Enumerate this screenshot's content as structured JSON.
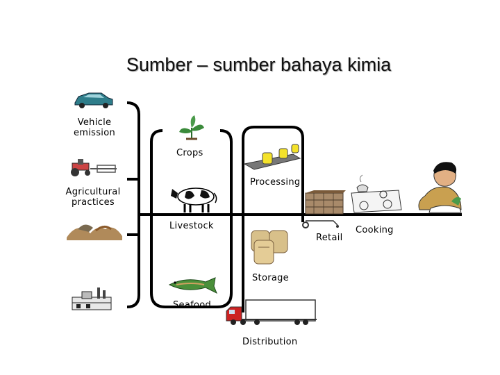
{
  "title": "Sumber – sumber bahaya kimia",
  "sources": {
    "vehicle_emission": [
      "Vehicle",
      "emission"
    ],
    "agricultural_practices": [
      "Agricultural",
      "practices"
    ]
  },
  "food_sources": {
    "crops": "Crops",
    "livestock": "Livestock",
    "seafood": "Seafood"
  },
  "chain": {
    "processing": "Processing",
    "storage": "Storage",
    "distribution": "Distribution",
    "retail": "Retail",
    "cooking": "Cooking"
  },
  "colors": {
    "line": "#000000",
    "car": "#2e7d8a",
    "cow_spots": "#111111",
    "fish": "#4a8f3a",
    "bags": "#d8c08a",
    "shelf": "#8a6a4a"
  }
}
